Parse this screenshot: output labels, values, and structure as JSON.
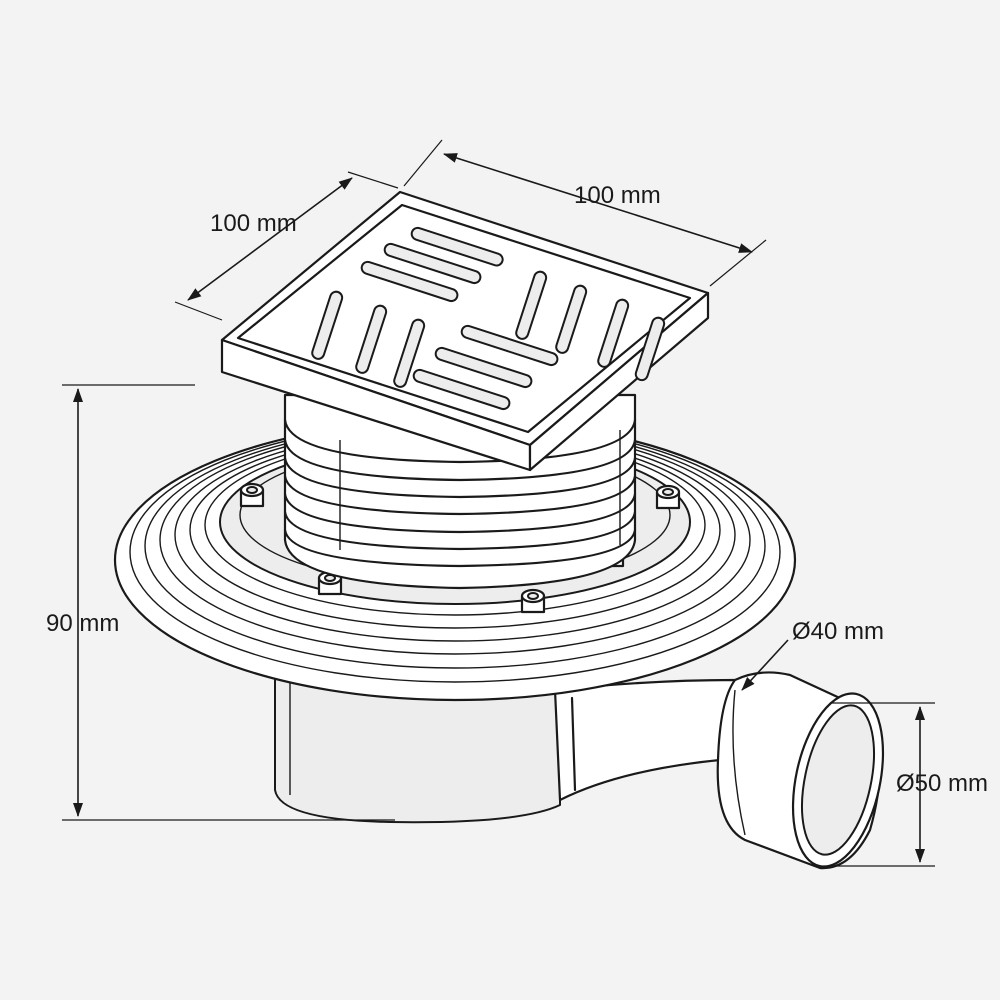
{
  "dimensions": {
    "grate_width": "100 mm",
    "grate_depth": "100 mm",
    "height": "90 mm",
    "outlet_inner_diameter": "Ø40 mm",
    "outlet_outer_diameter": "Ø50 mm"
  }
}
